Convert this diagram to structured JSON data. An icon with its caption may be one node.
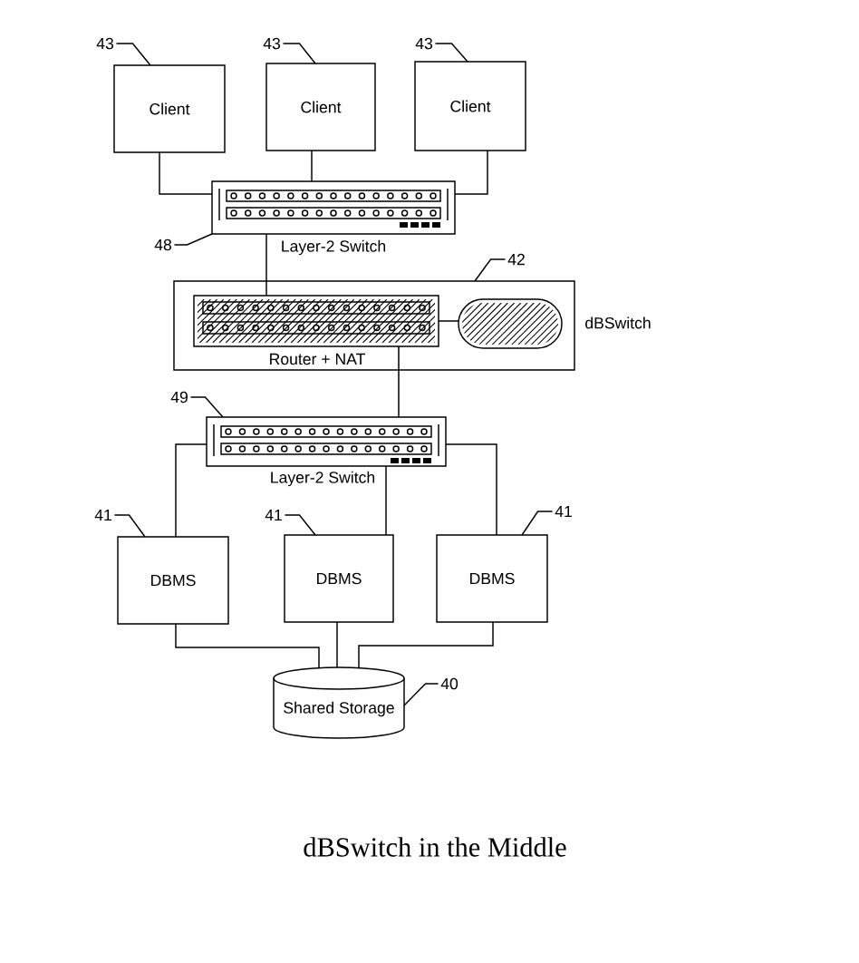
{
  "diagram": {
    "caption": "dBSwitch in the Middle",
    "nodes": [
      {
        "text": [
          "43"
        ]
      },
      {
        "text": [
          "43"
        ]
      },
      {
        "text": [
          "43"
        ]
      },
      {
        "text": [
          "Client"
        ]
      },
      {
        "text": [
          "Client"
        ]
      },
      {
        "text": [
          "Client"
        ]
      },
      {
        "text": [
          "48"
        ]
      },
      {
        "text": [
          "Layer-2 Switch"
        ]
      },
      {
        "text": [
          "42"
        ]
      },
      {
        "text": [
          "dBSwitch"
        ]
      },
      {
        "text": [
          "Router + NAT"
        ],
        "in": 9
      },
      {
        "text": [],
        "shape": "oval",
        "in": 9
      },
      {
        "text": [
          "49"
        ]
      },
      {
        "text": [
          "Layer-2 Switch"
        ]
      },
      {
        "text": [
          "41"
        ]
      },
      {
        "text": [
          "41"
        ]
      },
      {
        "text": [
          "41"
        ]
      },
      {
        "text": [
          "DBMS"
        ]
      },
      {
        "text": [
          "DBMS"
        ]
      },
      {
        "text": [
          "DBMS"
        ]
      },
      {
        "text": [
          "40"
        ]
      },
      {
        "text": [
          "Shared Storage"
        ]
      }
    ],
    "edges": [
      {
        "from": 0,
        "to": 3,
        "arrow": "none"
      },
      {
        "from": 1,
        "to": 4,
        "arrow": "none"
      },
      {
        "from": 2,
        "to": 5,
        "arrow": "none"
      },
      {
        "from": 3,
        "to": 7,
        "arrow": "none"
      },
      {
        "from": 4,
        "to": 7,
        "arrow": "none"
      },
      {
        "from": 5,
        "to": 7,
        "arrow": "none"
      },
      {
        "from": 6,
        "to": 7,
        "arrow": "none"
      },
      {
        "from": 7,
        "to": 10,
        "arrow": "none"
      },
      {
        "from": 8,
        "to": 9,
        "arrow": "none"
      },
      {
        "from": 10,
        "to": 11,
        "arrow": "none"
      },
      {
        "from": 10,
        "to": 13,
        "arrow": "none"
      },
      {
        "from": 12,
        "to": 13,
        "arrow": "none"
      },
      {
        "from": 13,
        "to": 17,
        "arrow": "none"
      },
      {
        "from": 13,
        "to": 18,
        "arrow": "none"
      },
      {
        "from": 13,
        "to": 19,
        "arrow": "none"
      },
      {
        "from": 14,
        "to": 17,
        "arrow": "none"
      },
      {
        "from": 15,
        "to": 18,
        "arrow": "none"
      },
      {
        "from": 16,
        "to": 19,
        "arrow": "none"
      },
      {
        "from": 17,
        "to": 21,
        "arrow": "none"
      },
      {
        "from": 18,
        "to": 21,
        "arrow": "none"
      },
      {
        "from": 19,
        "to": 21,
        "arrow": "none"
      },
      {
        "from": 20,
        "to": 21,
        "arrow": "none"
      }
    ]
  }
}
